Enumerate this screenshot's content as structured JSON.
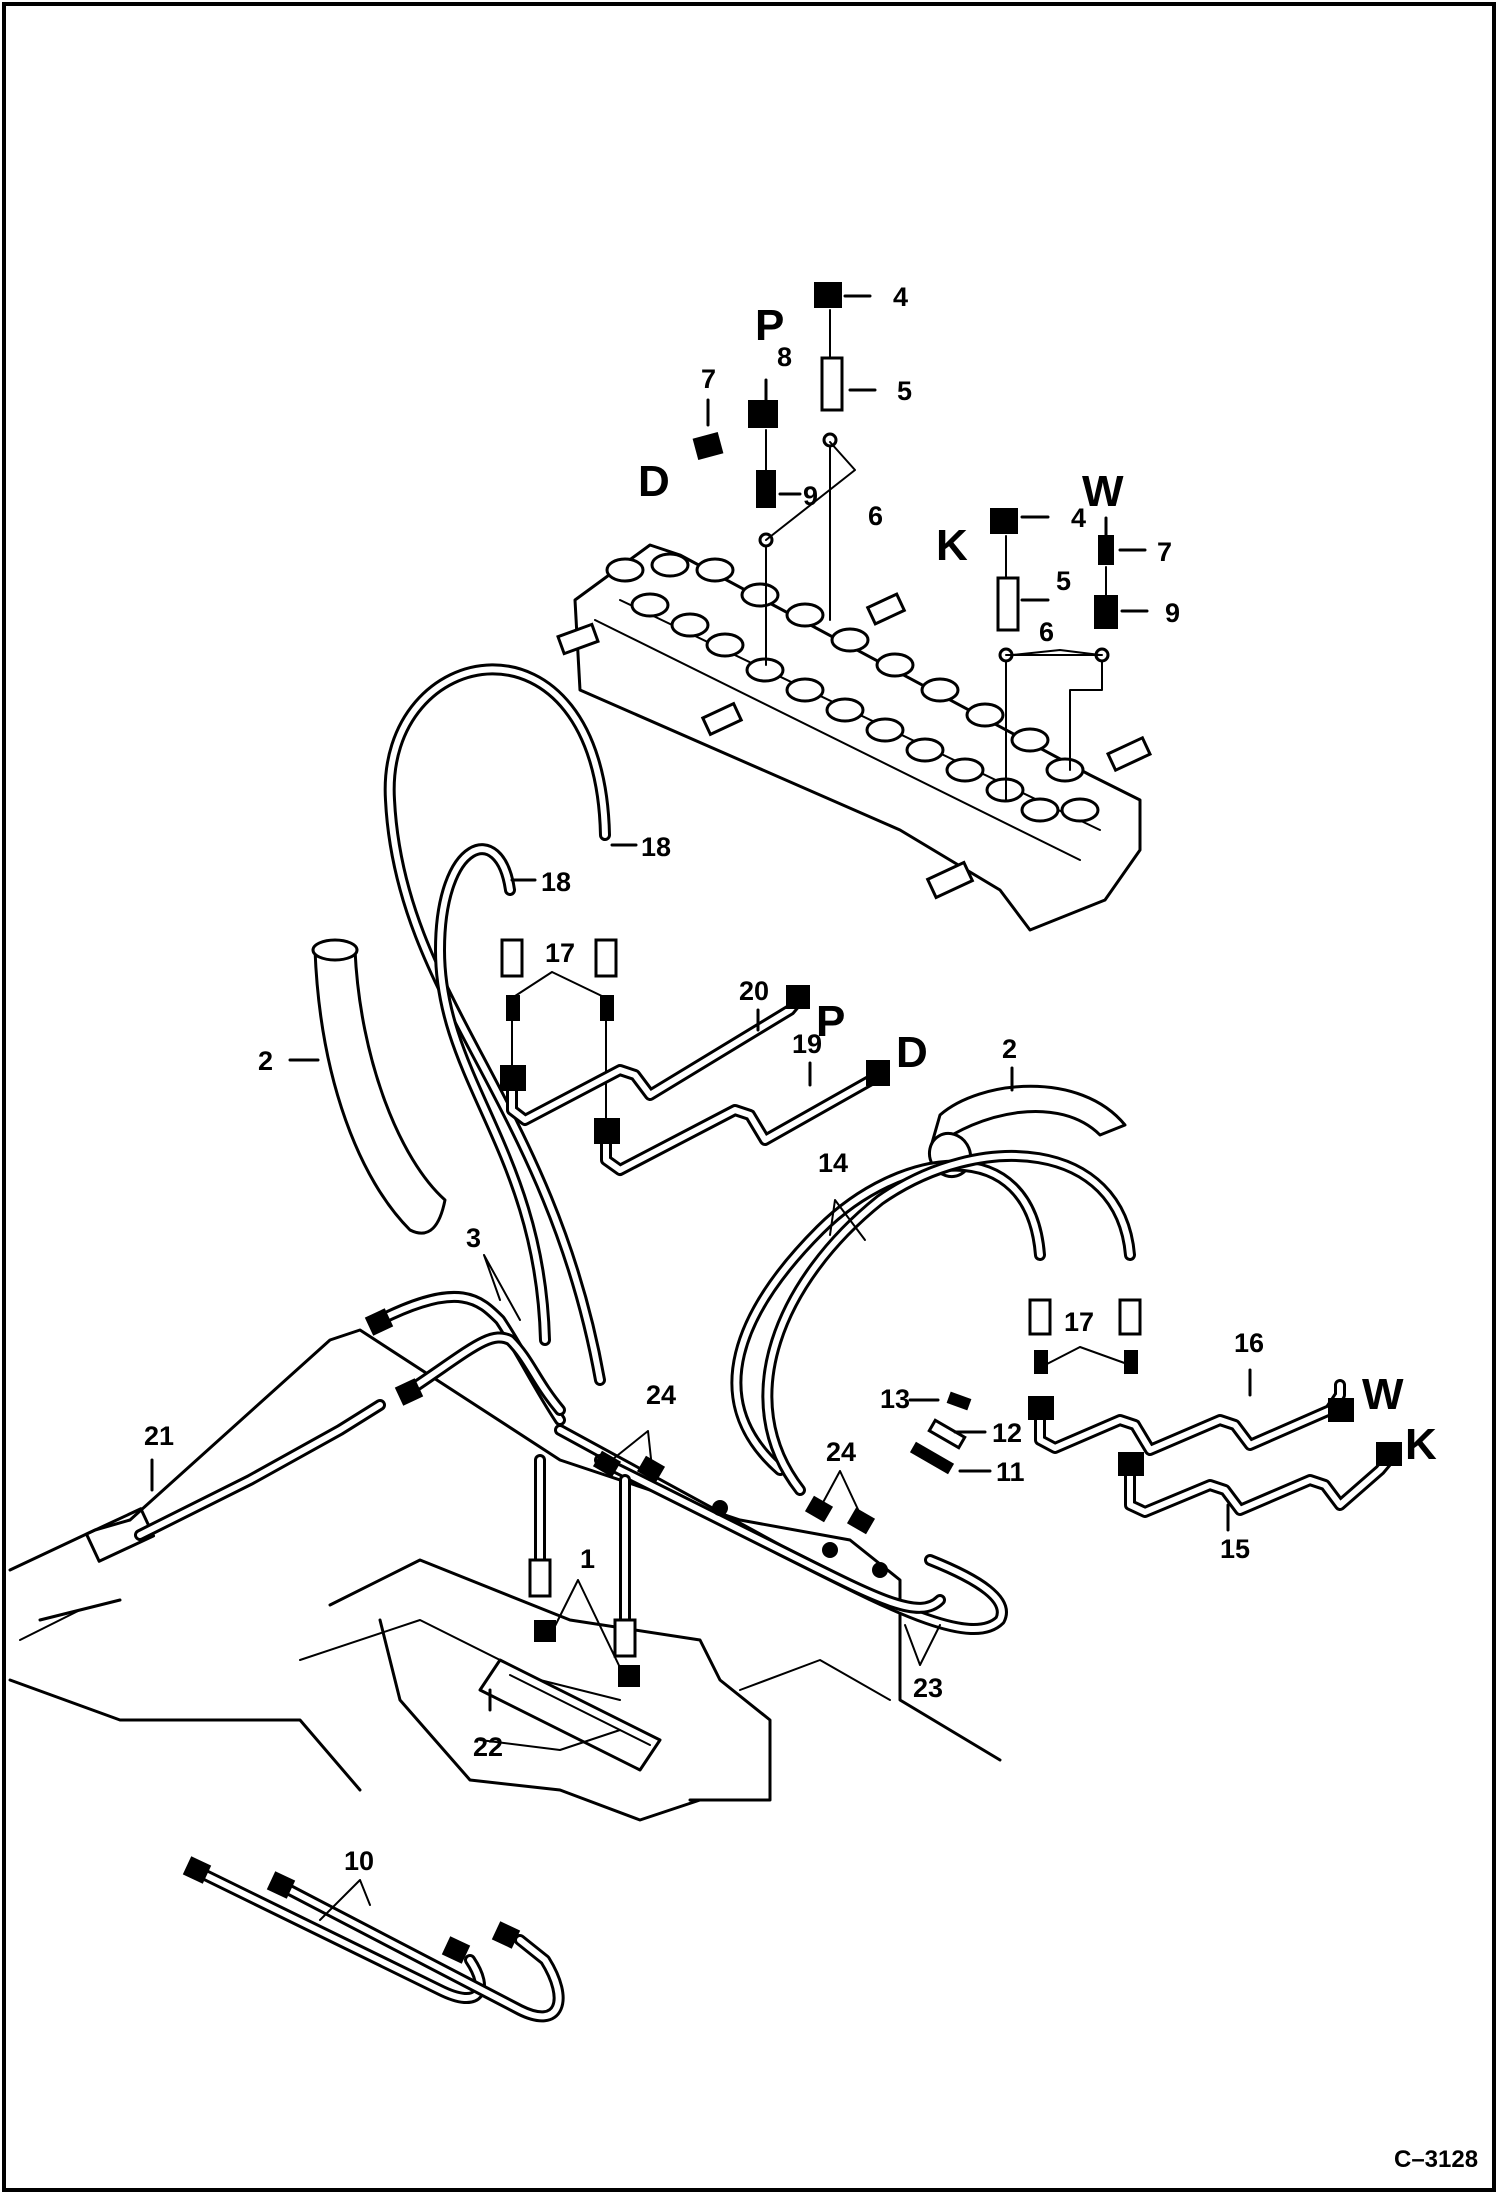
{
  "diagram": {
    "callouts": [
      "1",
      "2",
      "2",
      "3",
      "4",
      "4",
      "5",
      "5",
      "6",
      "6",
      "7",
      "7",
      "8",
      "9",
      "9",
      "10",
      "11",
      "12",
      "13",
      "14",
      "15",
      "16",
      "17",
      "17",
      "18",
      "18",
      "19",
      "20",
      "21",
      "22",
      "23",
      "24",
      "24"
    ],
    "port_letters": [
      "P",
      "D",
      "K",
      "W",
      "P",
      "D",
      "W",
      "K"
    ],
    "drawing_code": "C–3128"
  }
}
